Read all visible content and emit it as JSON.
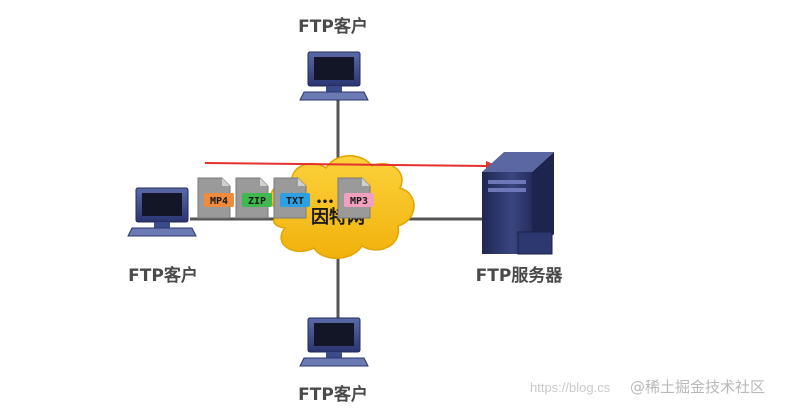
{
  "nodes": {
    "client_top": "FTP客户",
    "client_left": "FTP客户",
    "client_bottom": "FTP客户",
    "server": "FTP服务器"
  },
  "cloud_label": "因特网",
  "files": [
    {
      "tag": "MP4",
      "color": "#f08a3c"
    },
    {
      "tag": "ZIP",
      "color": "#3fb84f"
    },
    {
      "tag": "TXT",
      "color": "#2e9fe0"
    },
    {
      "tag": "MP3",
      "color": "#f3a0c0"
    }
  ],
  "ellipsis": "•••",
  "watermark": {
    "url": "https://blog.cs",
    "brand": "@稀土掘金技术社区"
  },
  "colors": {
    "cloud": "#f7c21a",
    "link": "#555555",
    "arrow": "#e53030",
    "monitor": "#3b4a88",
    "server": "#2c3566"
  }
}
